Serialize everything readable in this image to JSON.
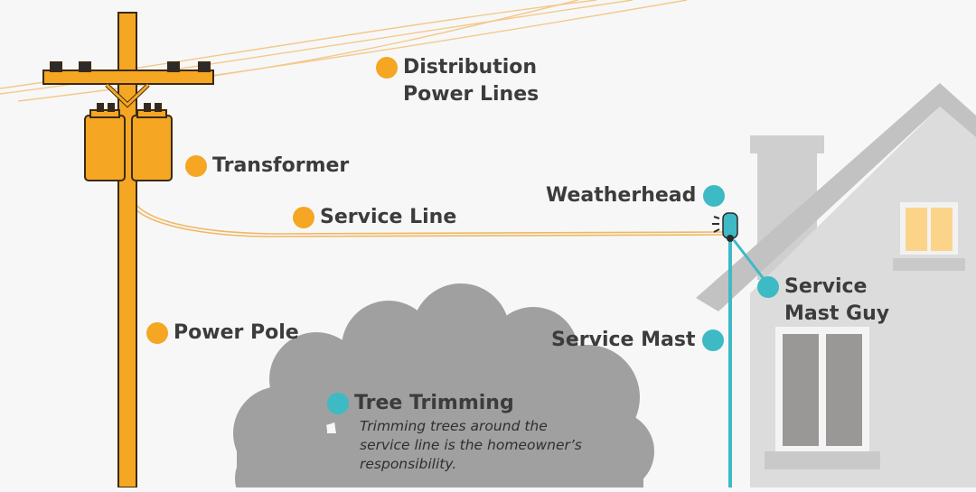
{
  "labels": {
    "distribution_line1": "Distribution",
    "distribution_line2": "Power Lines",
    "transformer": "Transformer",
    "service_line": "Service Line",
    "power_pole": "Power Pole",
    "weatherhead": "Weatherhead",
    "service_mast_guy_line1": "Service",
    "service_mast_guy_line2": "Mast Guy",
    "service_mast": "Service Mast",
    "tree_trimming": "Tree Trimming"
  },
  "tree_trimming_description": [
    "Trimming trees around the",
    "service line is the homeowner’s",
    "responsibility."
  ],
  "colors": {
    "pole": "#f5a623",
    "pole_outline": "#3a2a14",
    "marker_orange": "#f5a623",
    "marker_teal": "#3dbac4",
    "house": "#d9d9d9",
    "house_dark": "#b8b8b8",
    "tree": "#9e9e9e",
    "window_lit": "#fbd48a",
    "window_dark": "#9a9897",
    "label_text": "#3c3c3c"
  }
}
